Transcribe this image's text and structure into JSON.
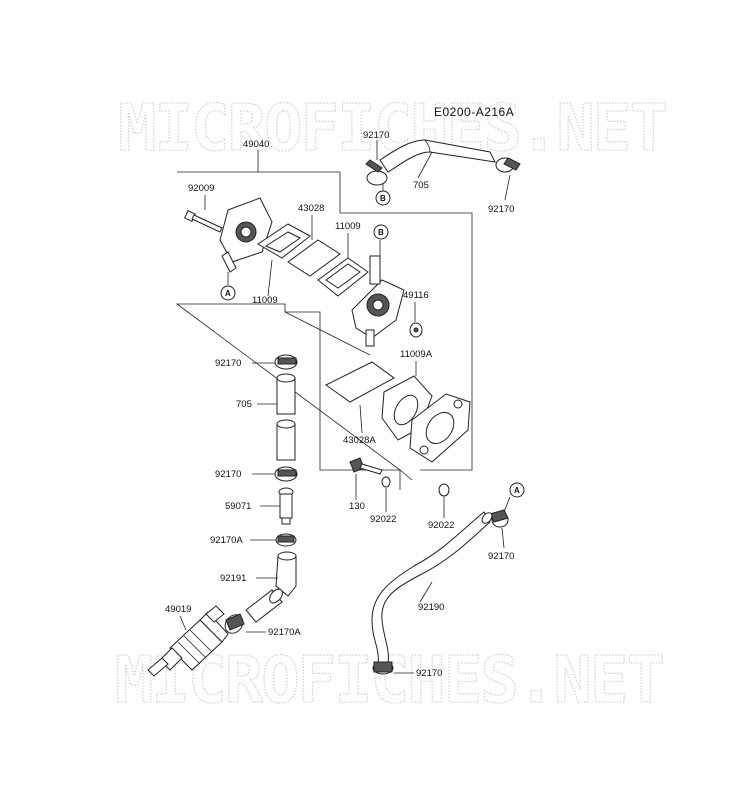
{
  "diagram_code": "E0200-A216A",
  "watermarks": [
    "MICROFICHES.NET",
    "MICROFICHES.NET"
  ],
  "parts": {
    "p49040": "49040",
    "p92009": "92009",
    "p43028": "43028",
    "p11009_top": "11009",
    "p11009_left": "11009",
    "p49116": "49116",
    "p11009A": "11009A",
    "p43028A": "43028A",
    "p130": "130",
    "p92022_a": "92022",
    "p92022_b": "92022",
    "p92170_top": "92170",
    "p92170_top_right": "92170",
    "p705_top": "705",
    "p92170_l1": "92170",
    "p705_left": "705",
    "p92170_l2": "92170",
    "p59071": "59071",
    "p92170A_l": "92170A",
    "p92191": "92191",
    "p49019": "49019",
    "p92170A_b": "92170A",
    "p92170_right": "92170",
    "p92190": "92190",
    "p92170_bottom": "92170"
  },
  "callouts": {
    "A_left": "A",
    "A_right": "A",
    "B_top": "B",
    "B_mid": "B"
  }
}
